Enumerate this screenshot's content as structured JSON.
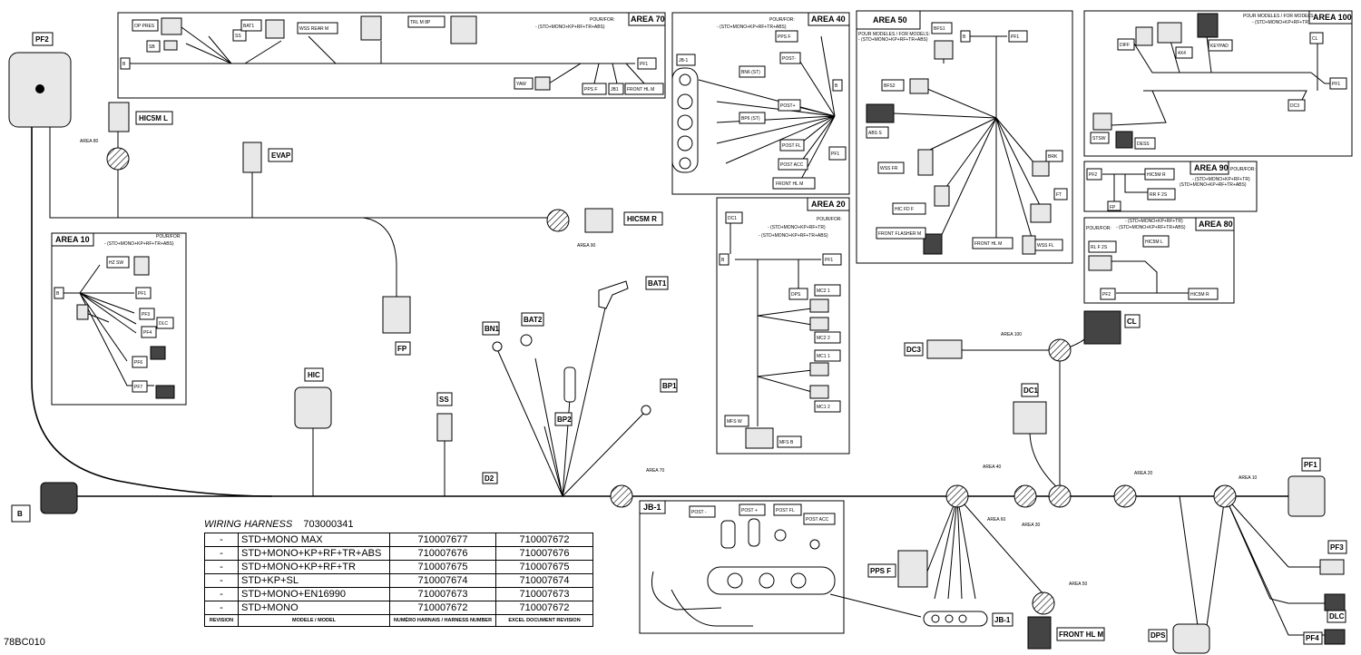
{
  "drawing_ref": "78BC010",
  "harness": {
    "title": "WIRING HARNESS",
    "number": "703000341",
    "rows": [
      {
        "rev": "-",
        "model": "STD+MONO MAX",
        "harness": "710007677",
        "excel": "710007672"
      },
      {
        "rev": "-",
        "model": "STD+MONO+KP+RF+TR+ABS",
        "harness": "710007676",
        "excel": "710007676"
      },
      {
        "rev": "-",
        "model": "STD+MONO+KP+RF+TR",
        "harness": "710007675",
        "excel": "710007675"
      },
      {
        "rev": "-",
        "model": "STD+KP+SL",
        "harness": "710007674",
        "excel": "710007674"
      },
      {
        "rev": "-",
        "model": "STD+MONO+EN16990",
        "harness": "710007673",
        "excel": "710007673"
      },
      {
        "rev": "-",
        "model": "STD+MONO",
        "harness": "710007672",
        "excel": "710007672"
      }
    ],
    "headers": {
      "rev": "REVISION",
      "model": "MODELE / MODEL",
      "harness": "NUMÉRO HARNAIS / HARNESS NUMBER",
      "excel": "EXCEL DOCUMENT REVISION"
    }
  },
  "area70": {
    "title": "AREA 70",
    "pour": "POUR/FOR:",
    "models": "- (STD+MONO+KP+RF+TR+ABS)",
    "labels": [
      "OP PRES",
      "SB",
      "SS",
      "BAT1",
      "WSS REAR M",
      "TRL M 8P",
      "B",
      "PF1",
      "YAW",
      "PPS F",
      "JB1",
      "FRONT HL M"
    ]
  },
  "area40": {
    "title": "AREA 40",
    "pour": "POUR/FOR:",
    "models": "- (STD+MONO+KP+RF+TR+ABS)",
    "labels": [
      "JB-1",
      "PPS F",
      "POST-",
      "BN6 (ST)",
      "POST+",
      "BP6 (ST)",
      "POST FL",
      "POST ACC",
      "FRONT HL M",
      "B",
      "PF1"
    ]
  },
  "area50": {
    "title": "AREA 50",
    "pour": "POUR MODELES / FOR MODELS:",
    "models": "- (STD+MONO+KP+RF+TR+ABS)",
    "labels": [
      "BFS1",
      "B",
      "PF1",
      "BFS2",
      "ABS S",
      "WSS FR",
      "HIC FD F",
      "FRONT FLASHER M",
      "FRONT HL M",
      "BRK",
      "FT",
      "WSS FL"
    ]
  },
  "area100": {
    "title": "AREA 100",
    "pour": "POUR MODELES / FOR MODELS:",
    "models": "- (STD+MONO+KP+RF+TR)",
    "labels": [
      "DIFF",
      "4X4",
      "KEYPAD",
      "CL",
      "PF1",
      "DC3",
      "STSW",
      "DESS"
    ]
  },
  "area90": {
    "title": "AREA 90",
    "pour": "POUR/FOR:",
    "models": "- (STD+MONO+KP+RF+TR)",
    "models2": "(STD+MONO+KP+RF+TR+ABS)",
    "labels": [
      "PF2",
      "HIC5M R",
      "FP",
      "RR F 2S"
    ]
  },
  "area80": {
    "title": "AREA 80",
    "pour": "POUR/FOR:",
    "models": "- (STD+MONO+KP+RF+TR)",
    "models2": "- (STD+MONO+KP+RF+TR+ABS)",
    "labels": [
      "RL F 2S",
      "HIC5M L",
      "PF2",
      "HIC5M R"
    ]
  },
  "area20": {
    "title": "AREA 20",
    "pour": "POUR/FOR:",
    "models": "- (STD+MONO+KP+RF+TR)",
    "models2": "- (STD+MONO+KP+RF+TR+ABS)",
    "labels": [
      "DC1",
      "B",
      "PF1",
      "DPS",
      "MC2 1",
      "MC2 2",
      "MC1 1",
      "MC1 2",
      "MFS W",
      "MFS B"
    ]
  },
  "area10": {
    "title": "AREA 10",
    "pour": "POUR/FOR:",
    "models": "- (STD+MONO+KP+RF+TR+ABS)",
    "labels": [
      "HZ SW",
      "B",
      "PF1",
      "PF3",
      "DLC",
      "PF4",
      "PF6",
      "PF7"
    ]
  },
  "jb1": {
    "title": "JB-1",
    "labels": [
      "POST -",
      "POST +",
      "POST FL",
      "POST ACC",
      "JB-1"
    ]
  },
  "main_labels": {
    "pf2": "PF2",
    "hic5m_l": "HIC5M L",
    "area80_lbl": "AREA 80",
    "evap": "EVAP",
    "hic5m_r": "HIC5M R",
    "area90_lbl": "AREA 90",
    "fp": "FP",
    "hic": "HIC",
    "ss": "SS",
    "bn1": "BN1",
    "bat2": "BAT2",
    "bat1": "BAT1",
    "bp1": "BP1",
    "bp2": "BP2",
    "d2": "D2",
    "b": "B",
    "area70_lbl": "AREA 70",
    "area40_lbl": "AREA 40",
    "area60_lbl": "AREA 60",
    "area30_lbl": "AREA 30",
    "area20_lbl": "AREA 20",
    "area10_lbl": "AREA 10",
    "area100_lbl": "AREA 100",
    "area50_lbl": "AREA 50",
    "dc3": "DC3",
    "cl": "CL",
    "dc1": "DC1",
    "pf1": "PF1",
    "pf3": "PF3",
    "dlc": "DLC",
    "pf4": "PF4",
    "dps": "DPS",
    "pps_f": "PPS F",
    "front_hl_m": "FRONT HL M",
    "jb1": "JB-1"
  }
}
